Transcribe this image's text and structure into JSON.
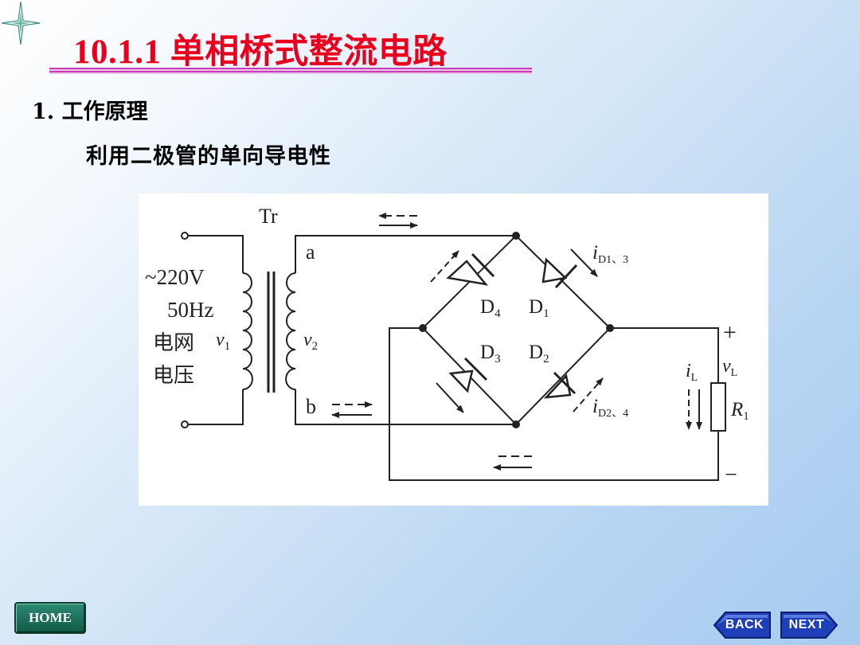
{
  "slide": {
    "title": "10.1.1  单相桥式整流电路",
    "heading": "1. 工作原理",
    "subtext": "利用二极管的单向导电性",
    "colors": {
      "title": "#e8001c",
      "rule_a": "#c43fb6",
      "rule_b": "#f0c2ea"
    }
  },
  "circuit": {
    "transformer": "Tr",
    "source_voltage": "~220V",
    "frequency": "50Hz",
    "grid_label": "电网",
    "pressure_label": "电压",
    "v1": "v",
    "v1_sub": "1",
    "v2": "v",
    "v2_sub": "2",
    "node_a": "a",
    "node_b": "b",
    "d4": "D",
    "d4_sub": "4",
    "d1": "D",
    "d1_sub": "1",
    "d3": "D",
    "d3_sub": "3",
    "d2": "D",
    "d2_sub": "2",
    "i_d13": "i",
    "i_d13_sub": "D1、3",
    "i_d24": "i",
    "i_d24_sub": "D2、4",
    "i_l": "i",
    "i_l_sub": "L",
    "v_l": "v",
    "v_l_sub": "L",
    "r": "R",
    "r_sub": "1",
    "plus": "+",
    "minus": "−"
  },
  "nav": {
    "home": "HOME",
    "back": "BACK",
    "next": "NEXT"
  }
}
